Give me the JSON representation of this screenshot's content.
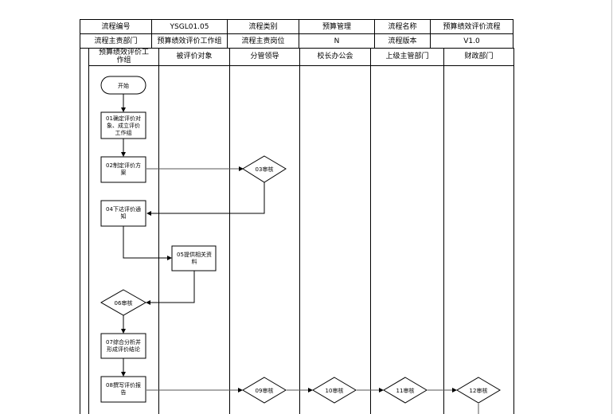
{
  "header_table": {
    "row1": [
      {
        "label": "流程编号"
      },
      {
        "label": "YSGL01.05"
      },
      {
        "label": "流程类别"
      },
      {
        "label": "预算管理"
      },
      {
        "label": "流程名称"
      },
      {
        "label": "预算绩效评价流程"
      }
    ],
    "row2": [
      {
        "label": "流程主责部门"
      },
      {
        "label": "预算绩效评价工作组"
      },
      {
        "label": "流程主责岗位"
      },
      {
        "label": "N"
      },
      {
        "label": "流程版本"
      },
      {
        "label": "V1.0"
      }
    ]
  },
  "lanes": [
    {
      "label": "预算绩效评价工作组"
    },
    {
      "label": "被评价对象"
    },
    {
      "label": "分管领导"
    },
    {
      "label": "校长办公会"
    },
    {
      "label": "上级主管部门"
    },
    {
      "label": "财政部门"
    }
  ],
  "nodes": {
    "start": {
      "line1": "开始"
    },
    "n01": {
      "line1": "01确定评价对",
      "line2": "象、成立评价",
      "line3": "工作组"
    },
    "n02": {
      "line1": "02制定评价方",
      "line2": "案"
    },
    "n03": {
      "line1": "03审核"
    },
    "n04": {
      "line1": "04下达评价通",
      "line2": "知"
    },
    "n05": {
      "line1": "05提供相关资",
      "line2": "料"
    },
    "n06": {
      "line1": "06审核"
    },
    "n07": {
      "line1": "07综合分析并",
      "line2": "形成评价结论"
    },
    "n08": {
      "line1": "08撰写评价报",
      "line2": "告"
    },
    "n09": {
      "line1": "09审核"
    },
    "n10": {
      "line1": "10审核"
    },
    "n11": {
      "line1": "11审核"
    },
    "n12": {
      "line1": "12审核"
    }
  }
}
